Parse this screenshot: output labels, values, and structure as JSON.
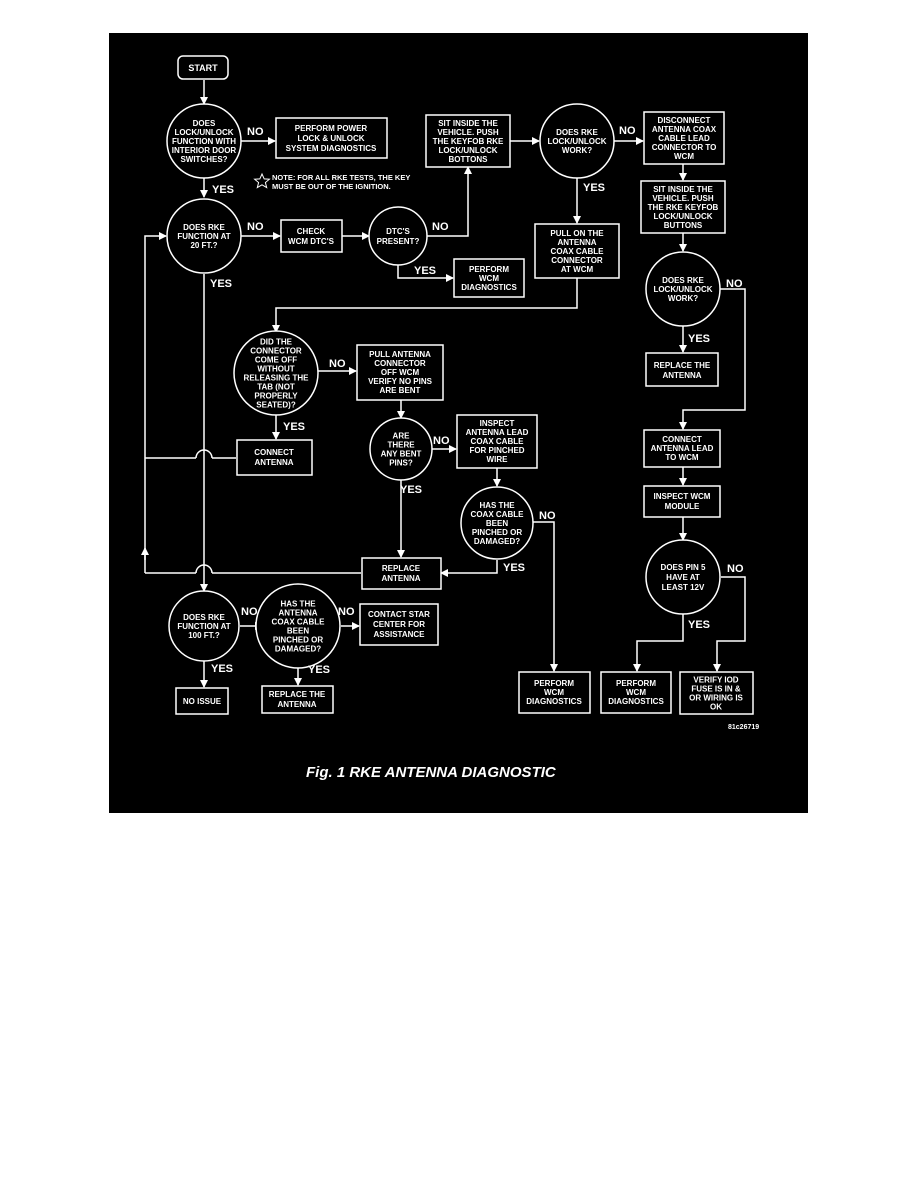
{
  "colors": {
    "background": "#000000",
    "stroke": "#ffffff",
    "page": "#ffffff"
  },
  "caption": "Fig. 1 RKE ANTENNA DIAGNOSTIC",
  "figure_code": "81c26719",
  "note": [
    "NOTE: FOR ALL RKE TESTS, THE KEY",
    "MUST BE OUT OF THE IGNITION."
  ],
  "labels": {
    "yes": "YES",
    "no": "NO"
  },
  "nodes": {
    "start": [
      "START"
    ],
    "q_interior": [
      "DOES",
      "LOCK/UNLOCK",
      "FUNCTION WITH",
      "INTERIOR DOOR",
      "SWITCHES?"
    ],
    "power_lock": [
      "PERFORM POWER",
      "LOCK & UNLOCK",
      "SYSTEM DIAGNOSTICS"
    ],
    "q_20ft": [
      "DOES RKE",
      "FUNCTION AT",
      "20 FT.?"
    ],
    "check_dtc": [
      "CHECK",
      "WCM DTC'S"
    ],
    "q_dtc": [
      "DTC'S",
      "PRESENT?"
    ],
    "perform_wcm_1": [
      "PERFORM",
      "WCM",
      "DIAGNOSTICS"
    ],
    "sit_inside_1": [
      "SIT INSIDE THE",
      "VEHICLE. PUSH",
      "THE KEYFOB RKE",
      "LOCK/UNLOCK",
      "BOTTONS"
    ],
    "q_lock_1": [
      "DOES RKE",
      "LOCK/UNLOCK",
      "WORK?"
    ],
    "disconnect": [
      "DISCONNECT",
      "ANTENNA COAX",
      "CABLE LEAD",
      "CONNECTOR TO",
      "WCM"
    ],
    "pull_on": [
      "PULL ON THE",
      "ANTENNA",
      "COAX CABLE",
      "CONNECTOR",
      "AT WCM"
    ],
    "sit_inside_2": [
      "SIT INSIDE THE",
      "VEHICLE. PUSH",
      "THE RKE KEYFOB",
      "LOCK/UNLOCK",
      "BUTTONS"
    ],
    "q_lock_2": [
      "DOES RKE",
      "LOCK/UNLOCK",
      "WORK?"
    ],
    "replace_antenna_1": [
      "REPLACE THE",
      "ANTENNA"
    ],
    "q_connector": [
      "DID THE",
      "CONNECTOR",
      "COME OFF",
      "WITHOUT",
      "RELEASING THE",
      "TAB (NOT",
      "PROPERLY",
      "SEATED)?"
    ],
    "pull_connector": [
      "PULL ANTENNA",
      "CONNECTOR",
      "OFF WCM",
      "VERIFY NO PINS",
      "ARE BENT"
    ],
    "connect_antenna": [
      "CONNECT",
      "ANTENNA"
    ],
    "q_pins": [
      "ARE",
      "THERE",
      "ANY BENT",
      "PINS?"
    ],
    "inspect_lead": [
      "INSPECT",
      "ANTENNA LEAD",
      "COAX CABLE",
      "FOR PINCHED",
      "WIRE"
    ],
    "q_coax_1": [
      "HAS THE",
      "COAX CABLE",
      "BEEN",
      "PINCHED OR",
      "DAMAGED?"
    ],
    "replace_antenna_2": [
      "REPLACE",
      "ANTENNA"
    ],
    "connect_lead": [
      "CONNECT",
      "ANTENNA LEAD",
      "TO WCM"
    ],
    "inspect_module": [
      "INSPECT WCM",
      "MODULE"
    ],
    "q_pin5": [
      "DOES PIN 5",
      "HAVE AT",
      "LEAST 12V"
    ],
    "q_100ft": [
      "DOES RKE",
      "FUNCTION AT",
      "100 FT.?"
    ],
    "q_coax_2": [
      "HAS THE",
      "ANTENNA",
      "COAX CABLE",
      "BEEN",
      "PINCHED OR",
      "DAMAGED?"
    ],
    "contact_star": [
      "CONTACT STAR",
      "CENTER FOR",
      "ASSISTANCE"
    ],
    "no_issue": [
      "NO ISSUE"
    ],
    "replace_antenna_3": [
      "REPLACE THE",
      "ANTENNA"
    ],
    "perform_wcm_2": [
      "PERFORM",
      "WCM",
      "DIAGNOSTICS"
    ],
    "perform_wcm_3": [
      "PERFORM",
      "WCM",
      "DIAGNOSTICS"
    ],
    "verify_iod": [
      "VERIFY IOD",
      "FUSE IS IN &",
      "OR WIRING IS",
      "OK"
    ]
  }
}
